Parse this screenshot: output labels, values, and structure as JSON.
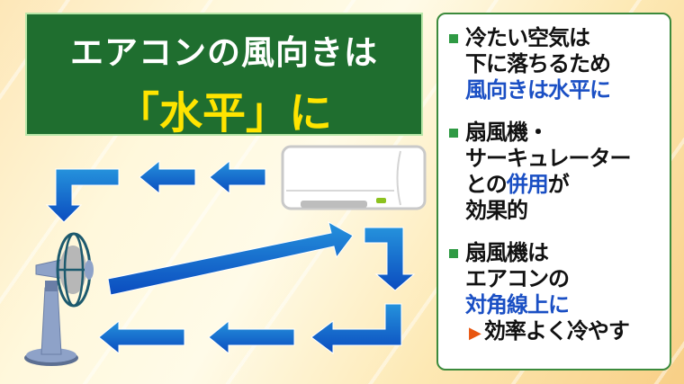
{
  "title": {
    "line1": "エアコンの風向きは",
    "line2": "「水平」に"
  },
  "points": [
    {
      "lines": [
        "冷たい空気は",
        "下に落ちるため"
      ],
      "highlight": "風向きは水平に"
    },
    {
      "lines": [
        "扇風機・",
        "サーキュレーター"
      ],
      "pre": "との",
      "highlight": "併用",
      "post": "が",
      "last": "効果的"
    },
    {
      "lines": [
        "扇風機は",
        "エアコンの"
      ],
      "highlight": "対角線上に",
      "note": "効率よく冷やす"
    }
  ],
  "colors": {
    "title_bg": "#1f6e2f",
    "title_accent": "#ffe400",
    "highlight": "#1a4fc4",
    "arrow": "#1565c8"
  }
}
